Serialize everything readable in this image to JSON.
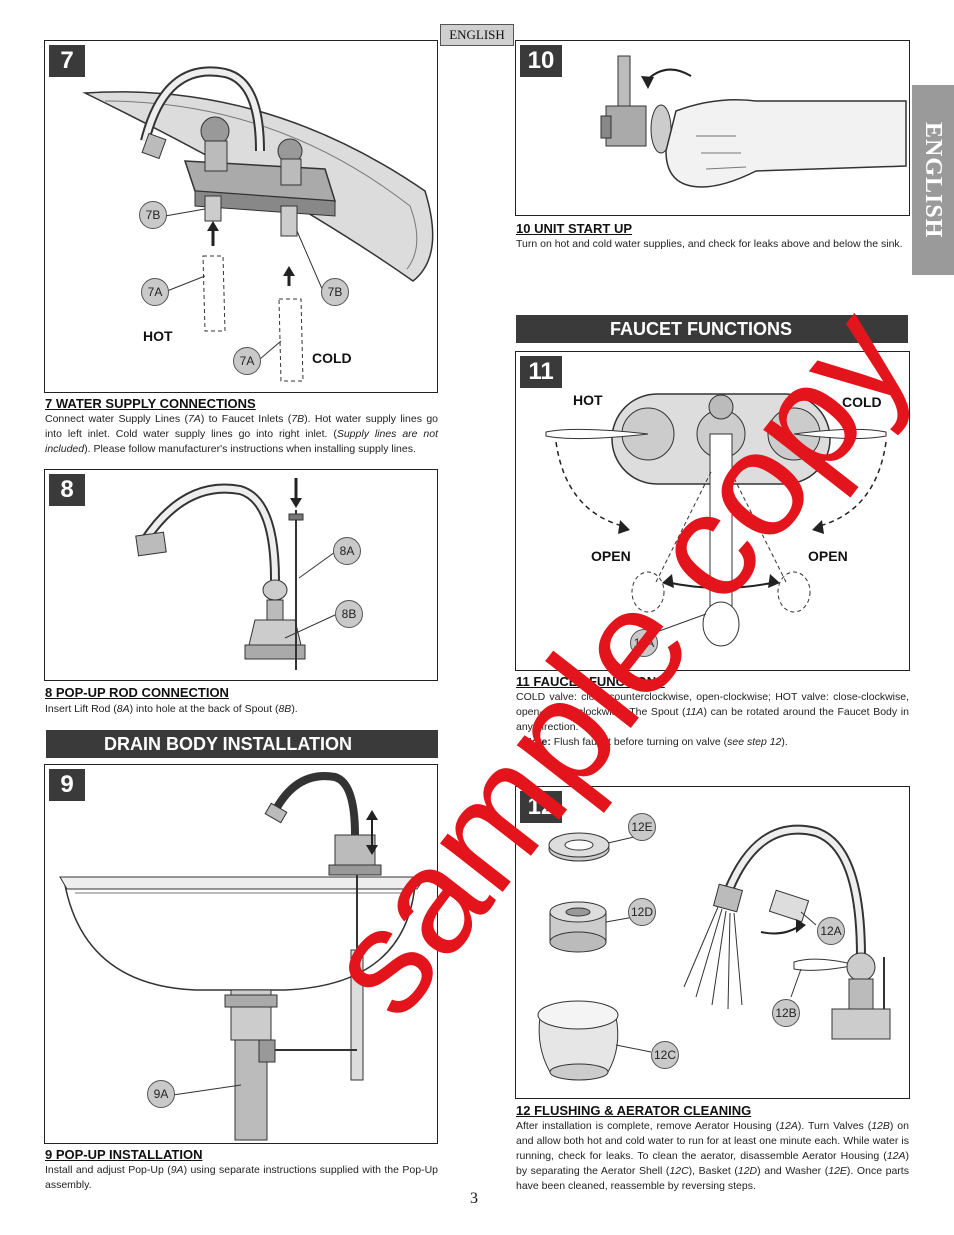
{
  "header": {
    "lang_tag": "ENGLISH",
    "side_tab": "ENGLISH"
  },
  "watermark": "sample copy",
  "page_number": "3",
  "bands": {
    "drain": "DRAIN BODY INSTALLATION",
    "faucet": "FAUCET FUNCTIONS"
  },
  "step7": {
    "num": "7",
    "callouts": {
      "c7b_top": "7B",
      "c7a_left": "7A",
      "c7b_right": "7B",
      "c7a_bottom": "7A"
    },
    "hot": "HOT",
    "cold": "COLD",
    "title": "7  WATER SUPPLY CONNECTIONS",
    "body_1": "Connect water Supply Lines (",
    "ref_a": "7A",
    "body_2": ") to Faucet Inlets (",
    "ref_b": "7B",
    "body_3": ").  Hot water supply lines go into left inlet.  Cold water supply lines go into right inlet.  (",
    "body_italic": "Supply lines are not included",
    "body_4": "). Please follow manufacturer's instructions when installing supply lines."
  },
  "step8": {
    "num": "8",
    "callouts": {
      "c8a": "8A",
      "c8b": "8B"
    },
    "title": "8  POP-UP ROD CONNECTION",
    "body_1": "Insert Lift Rod (",
    "ref_a": "8A",
    "body_2": ") into hole at the back of Spout (",
    "ref_b": "8B",
    "body_3": ")."
  },
  "step9": {
    "num": "9",
    "callouts": {
      "c9a": "9A"
    },
    "title": "9  POP-UP INSTALLATION",
    "body_1": "Install and adjust Pop-Up (",
    "ref_a": "9A",
    "body_2": ") using separate instructions supplied with the Pop-Up assembly."
  },
  "step10": {
    "num": "10",
    "title": "10  UNIT START UP",
    "body": "Turn on hot and cold water supplies, and check for leaks above and below the sink."
  },
  "step11": {
    "num": "11",
    "hot": "HOT",
    "cold": "COLD",
    "open_left": "OPEN",
    "open_right": "OPEN",
    "callouts": {
      "c11a": "11A"
    },
    "title": "11  FAUCET FUNCTIONS",
    "body_1": "COLD valve: close-counterclockwise, open-clockwise; HOT valve: close-clockwise, open-counterclockwise. The Spout (",
    "ref_a": "11A",
    "body_2": ") can be rotated around the Faucet Body in any direction.",
    "note_label": "Note:",
    "note_1": " Flush faucet before turning on valve (",
    "note_italic": "see step 12",
    "note_2": ")."
  },
  "step12": {
    "num": "12",
    "callouts": {
      "c12e": "12E",
      "c12d": "12D",
      "c12c": "12C",
      "c12a": "12A",
      "c12b": "12B"
    },
    "title": "12  FLUSHING & AERATOR CLEANING",
    "body_1": "After installation is complete, remove Aerator Housing (",
    "ref_a": "12A",
    "body_2": ").  Turn Valves (",
    "ref_b": "12B",
    "body_3": ") on and allow both hot and cold water to run for at least one minute each.  While water is running, check for leaks.  To clean the aerator, disassemble Aerator Housing (",
    "ref_c": "12A",
    "body_4": ") by separating the Aerator Shell (",
    "ref_d": "12C",
    "body_5": "), Basket (",
    "ref_e": "12D",
    "body_6": ") and Washer (",
    "ref_f": "12E",
    "body_7": ").  Once parts have been cleaned, reassemble by reversing steps."
  }
}
